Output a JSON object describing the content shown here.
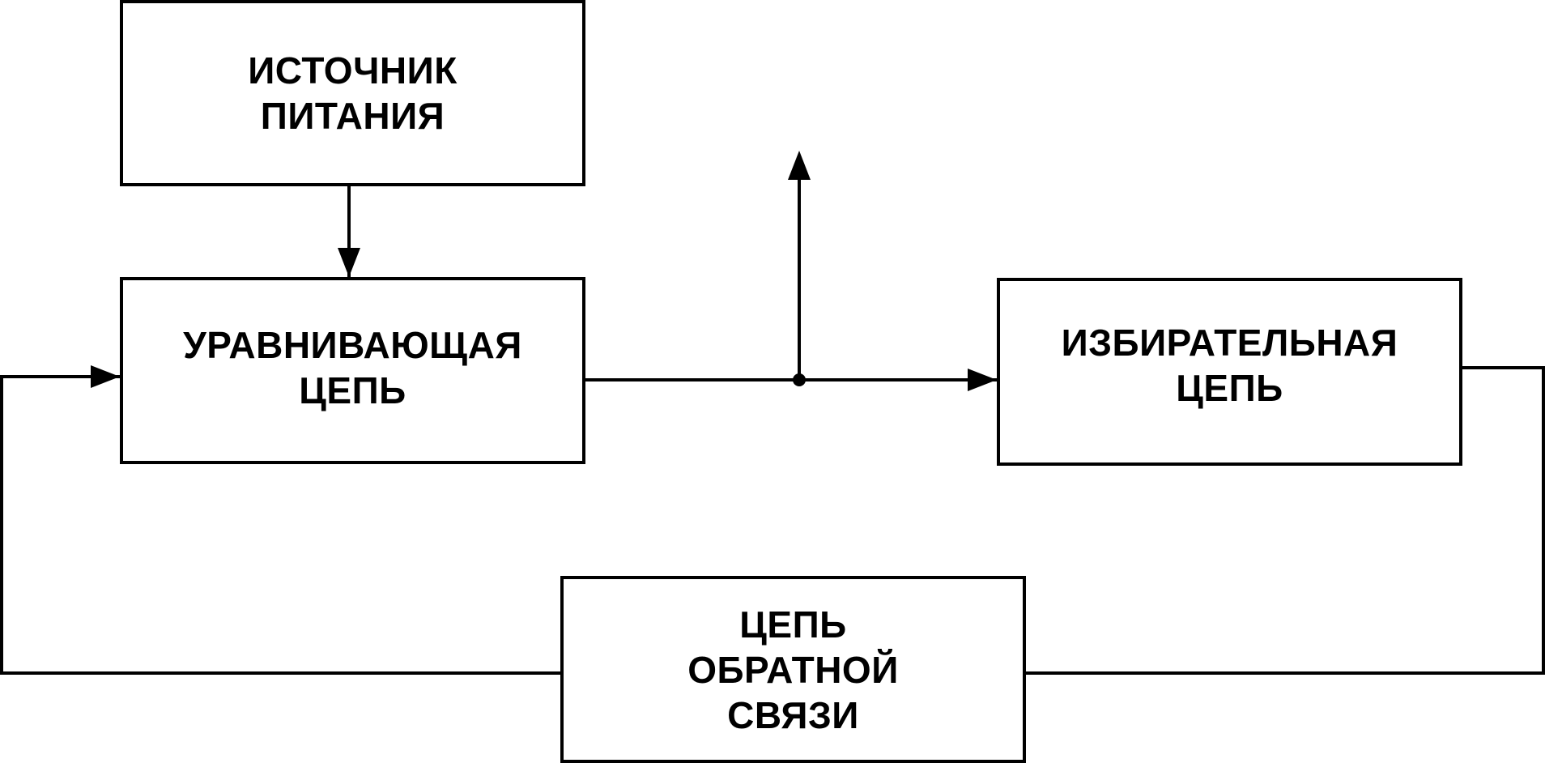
{
  "diagram": {
    "blocks": {
      "power_supply": {
        "line1": "ИСТОЧНИК",
        "line2": "ПИТАНИЯ"
      },
      "equalizing_circuit": {
        "line1": "УРАВНИВАЮЩАЯ",
        "line2": "ЦЕПЬ"
      },
      "selective_circuit": {
        "line1": "ИЗБИРАТЕЛЬНАЯ",
        "line2": "ЦЕПЬ"
      },
      "feedback_circuit": {
        "line1": "ЦЕПЬ",
        "line2": "ОБРАТНОЙ",
        "line3": "СВЯЗИ"
      }
    },
    "colors": {
      "stroke": "#000000",
      "background": "#ffffff"
    }
  }
}
